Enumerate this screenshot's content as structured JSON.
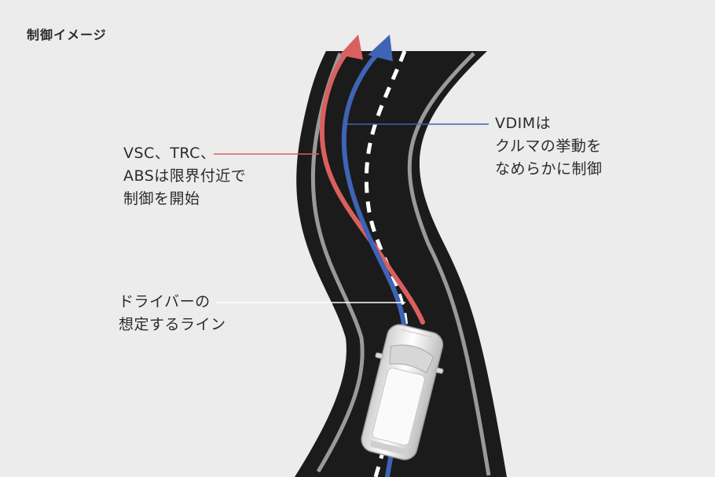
{
  "title": "制御イメージ",
  "labels": {
    "vsc": [
      "VSC、TRC、",
      "ABSは限界付近で",
      "制御を開始"
    ],
    "vdim": [
      "VDIMは",
      "クルマの挙動を",
      "なめらかに制御"
    ],
    "driver": [
      "ドライバーの",
      "想定するライン"
    ]
  },
  "colors": {
    "background": "#ececec",
    "road": "#1b1b1b",
    "road_edge_line": "#9a9a9a",
    "center_line": "#ffffff",
    "vsc_line": "#d9605e",
    "vdim_line": "#3f63b5",
    "driver_leader": "#ffffff",
    "car_body": "#f2f2f2"
  }
}
